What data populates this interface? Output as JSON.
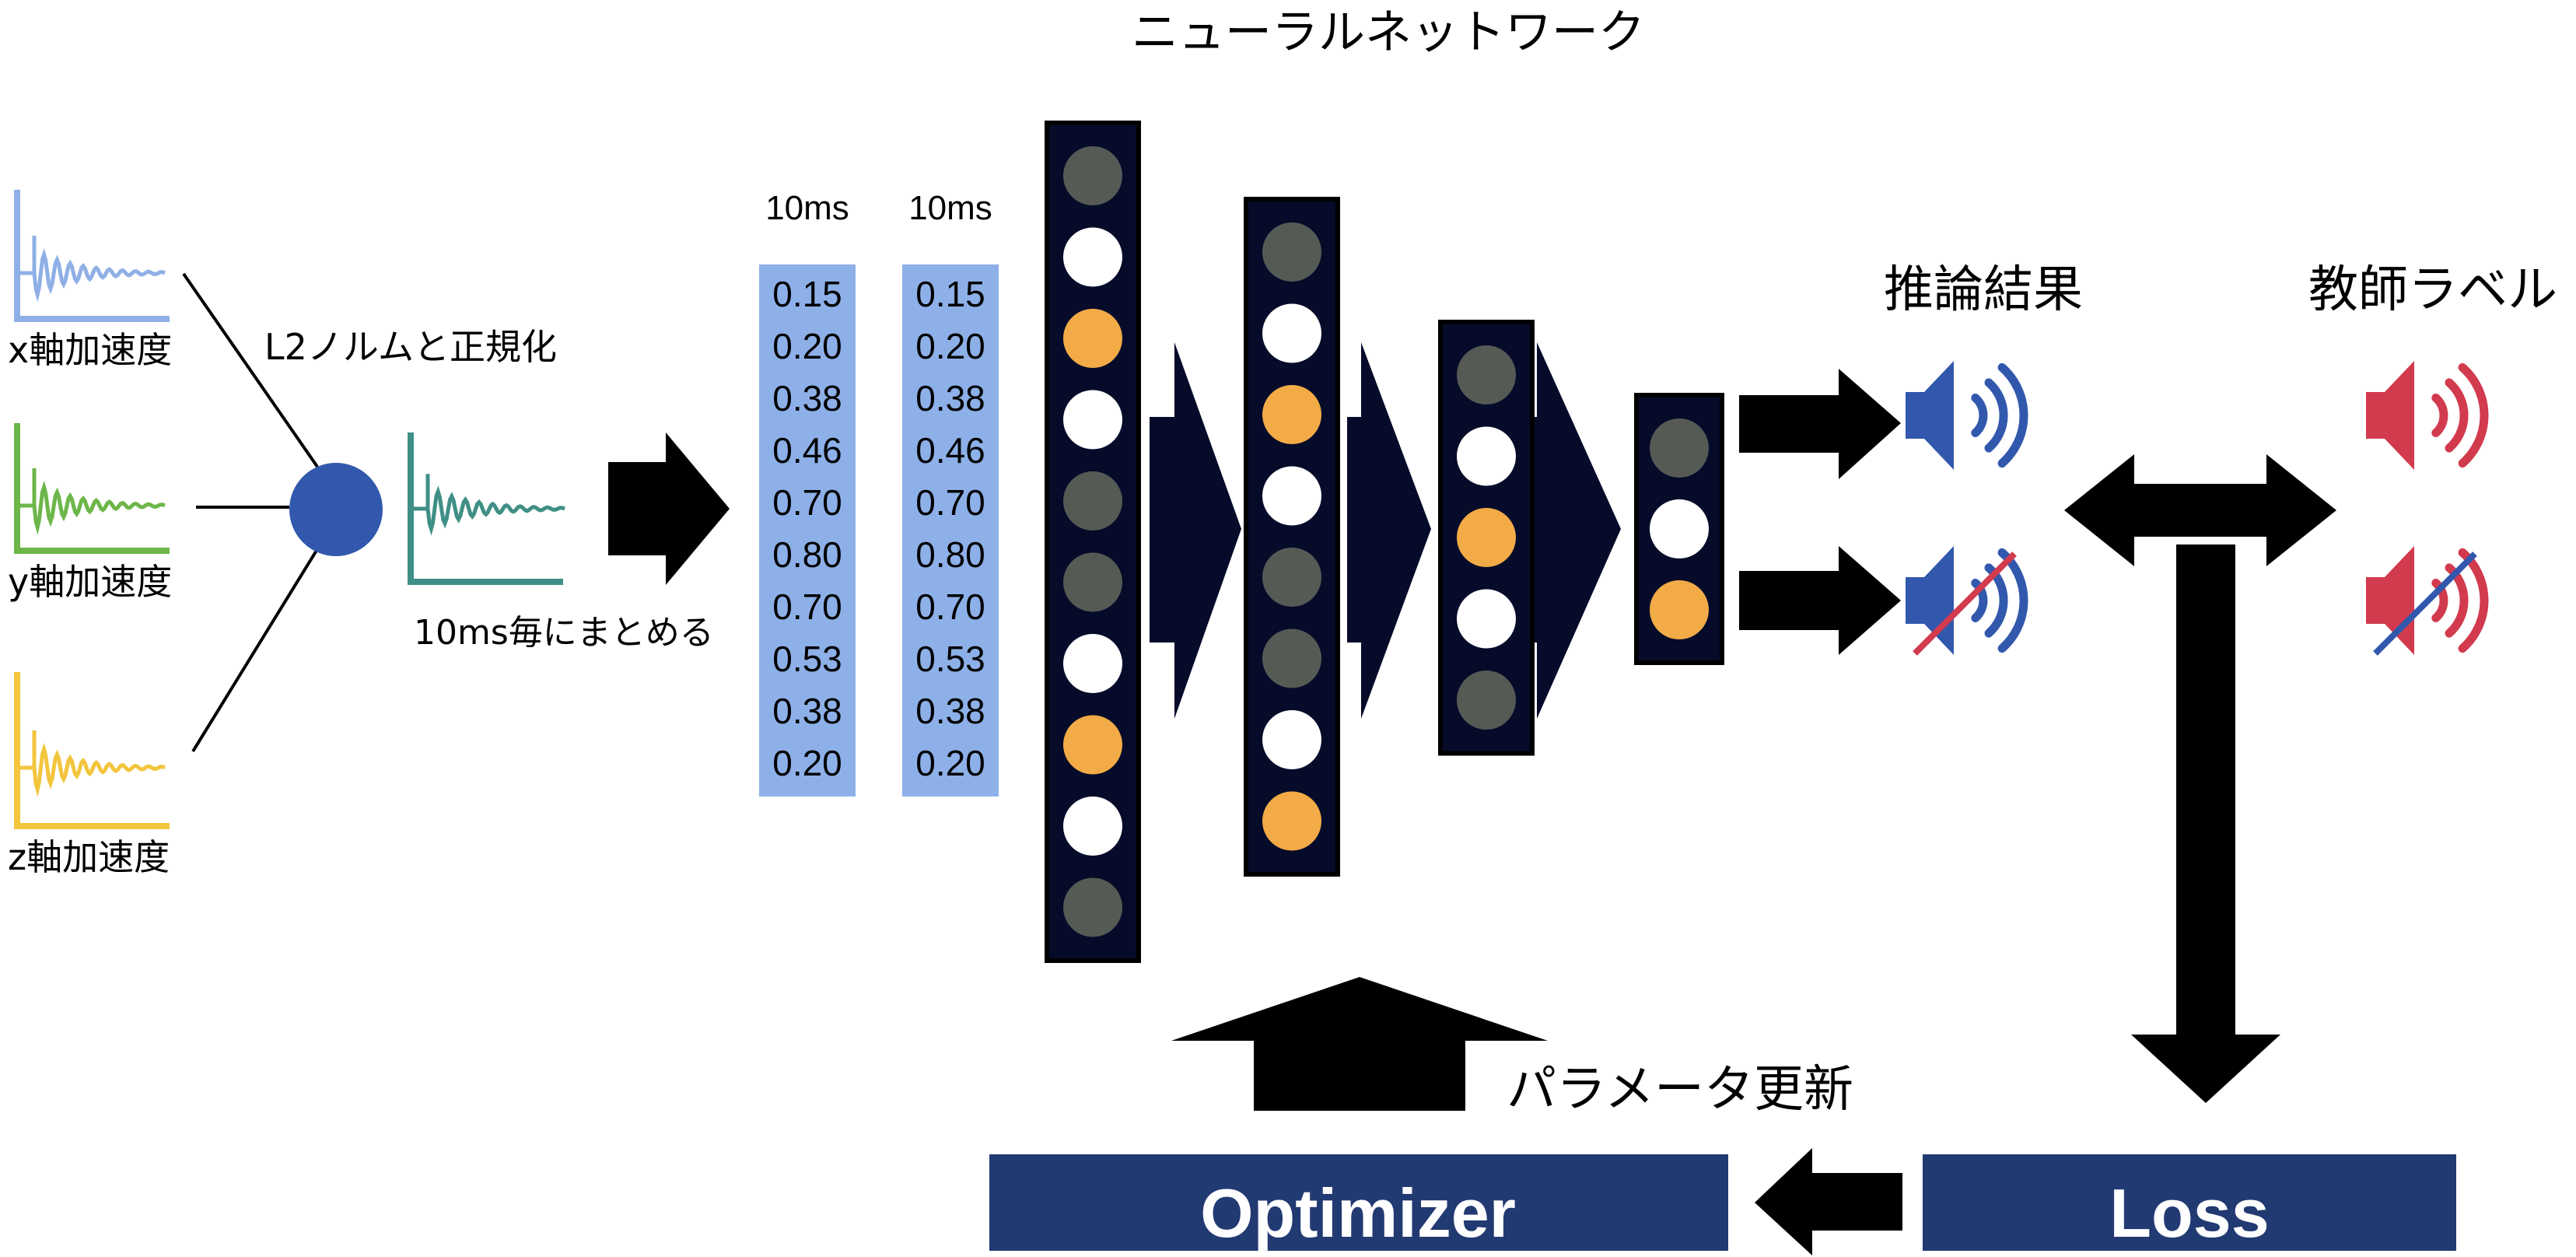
{
  "title": "ニューラルネットワーク",
  "signals": [
    {
      "label": "x軸加速度",
      "color": "#8fb0e6"
    },
    {
      "label": "y軸加速度",
      "color": "#6db64a"
    },
    {
      "label": "z軸加速度",
      "color": "#f2c53d"
    }
  ],
  "normalize_label": "L2ノルムと正規化",
  "merged_wave_color": "#3f8f86",
  "node_color": "#3258ad",
  "chunk_label": "10ms毎にまとめる",
  "frames": [
    {
      "header": "10ms",
      "values": [
        "0.15",
        "0.20",
        "0.38",
        "0.46",
        "0.70",
        "0.80",
        "0.70",
        "0.53",
        "0.38",
        "0.20"
      ]
    },
    {
      "header": "10ms",
      "values": [
        "0.15",
        "0.20",
        "0.38",
        "0.46",
        "0.70",
        "0.80",
        "0.70",
        "0.53",
        "0.38",
        "0.20"
      ]
    }
  ],
  "frame_color": "#8db0e8",
  "layers": [
    [
      "gray",
      "white",
      "orange",
      "white",
      "gray",
      "gray",
      "white",
      "orange",
      "white",
      "gray"
    ],
    [
      "gray",
      "white",
      "orange",
      "white",
      "gray",
      "gray",
      "white",
      "orange"
    ],
    [
      "gray",
      "white",
      "orange",
      "white",
      "gray"
    ],
    [
      "gray",
      "white",
      "orange"
    ]
  ],
  "neuron_colors": {
    "gray": "#555a55",
    "white": "#ffffff",
    "orange": "#f2ab47"
  },
  "layer_bg": "#060b2a",
  "inference_label": "推論結果",
  "teacher_label": "教師ラベル",
  "inference_color": "#3258ad",
  "teacher_color": "#d23a4e",
  "update_label": "パラメータ更新",
  "optimizer_label": "Optimizer",
  "loss_label": "Loss",
  "box_color": "#223a72"
}
